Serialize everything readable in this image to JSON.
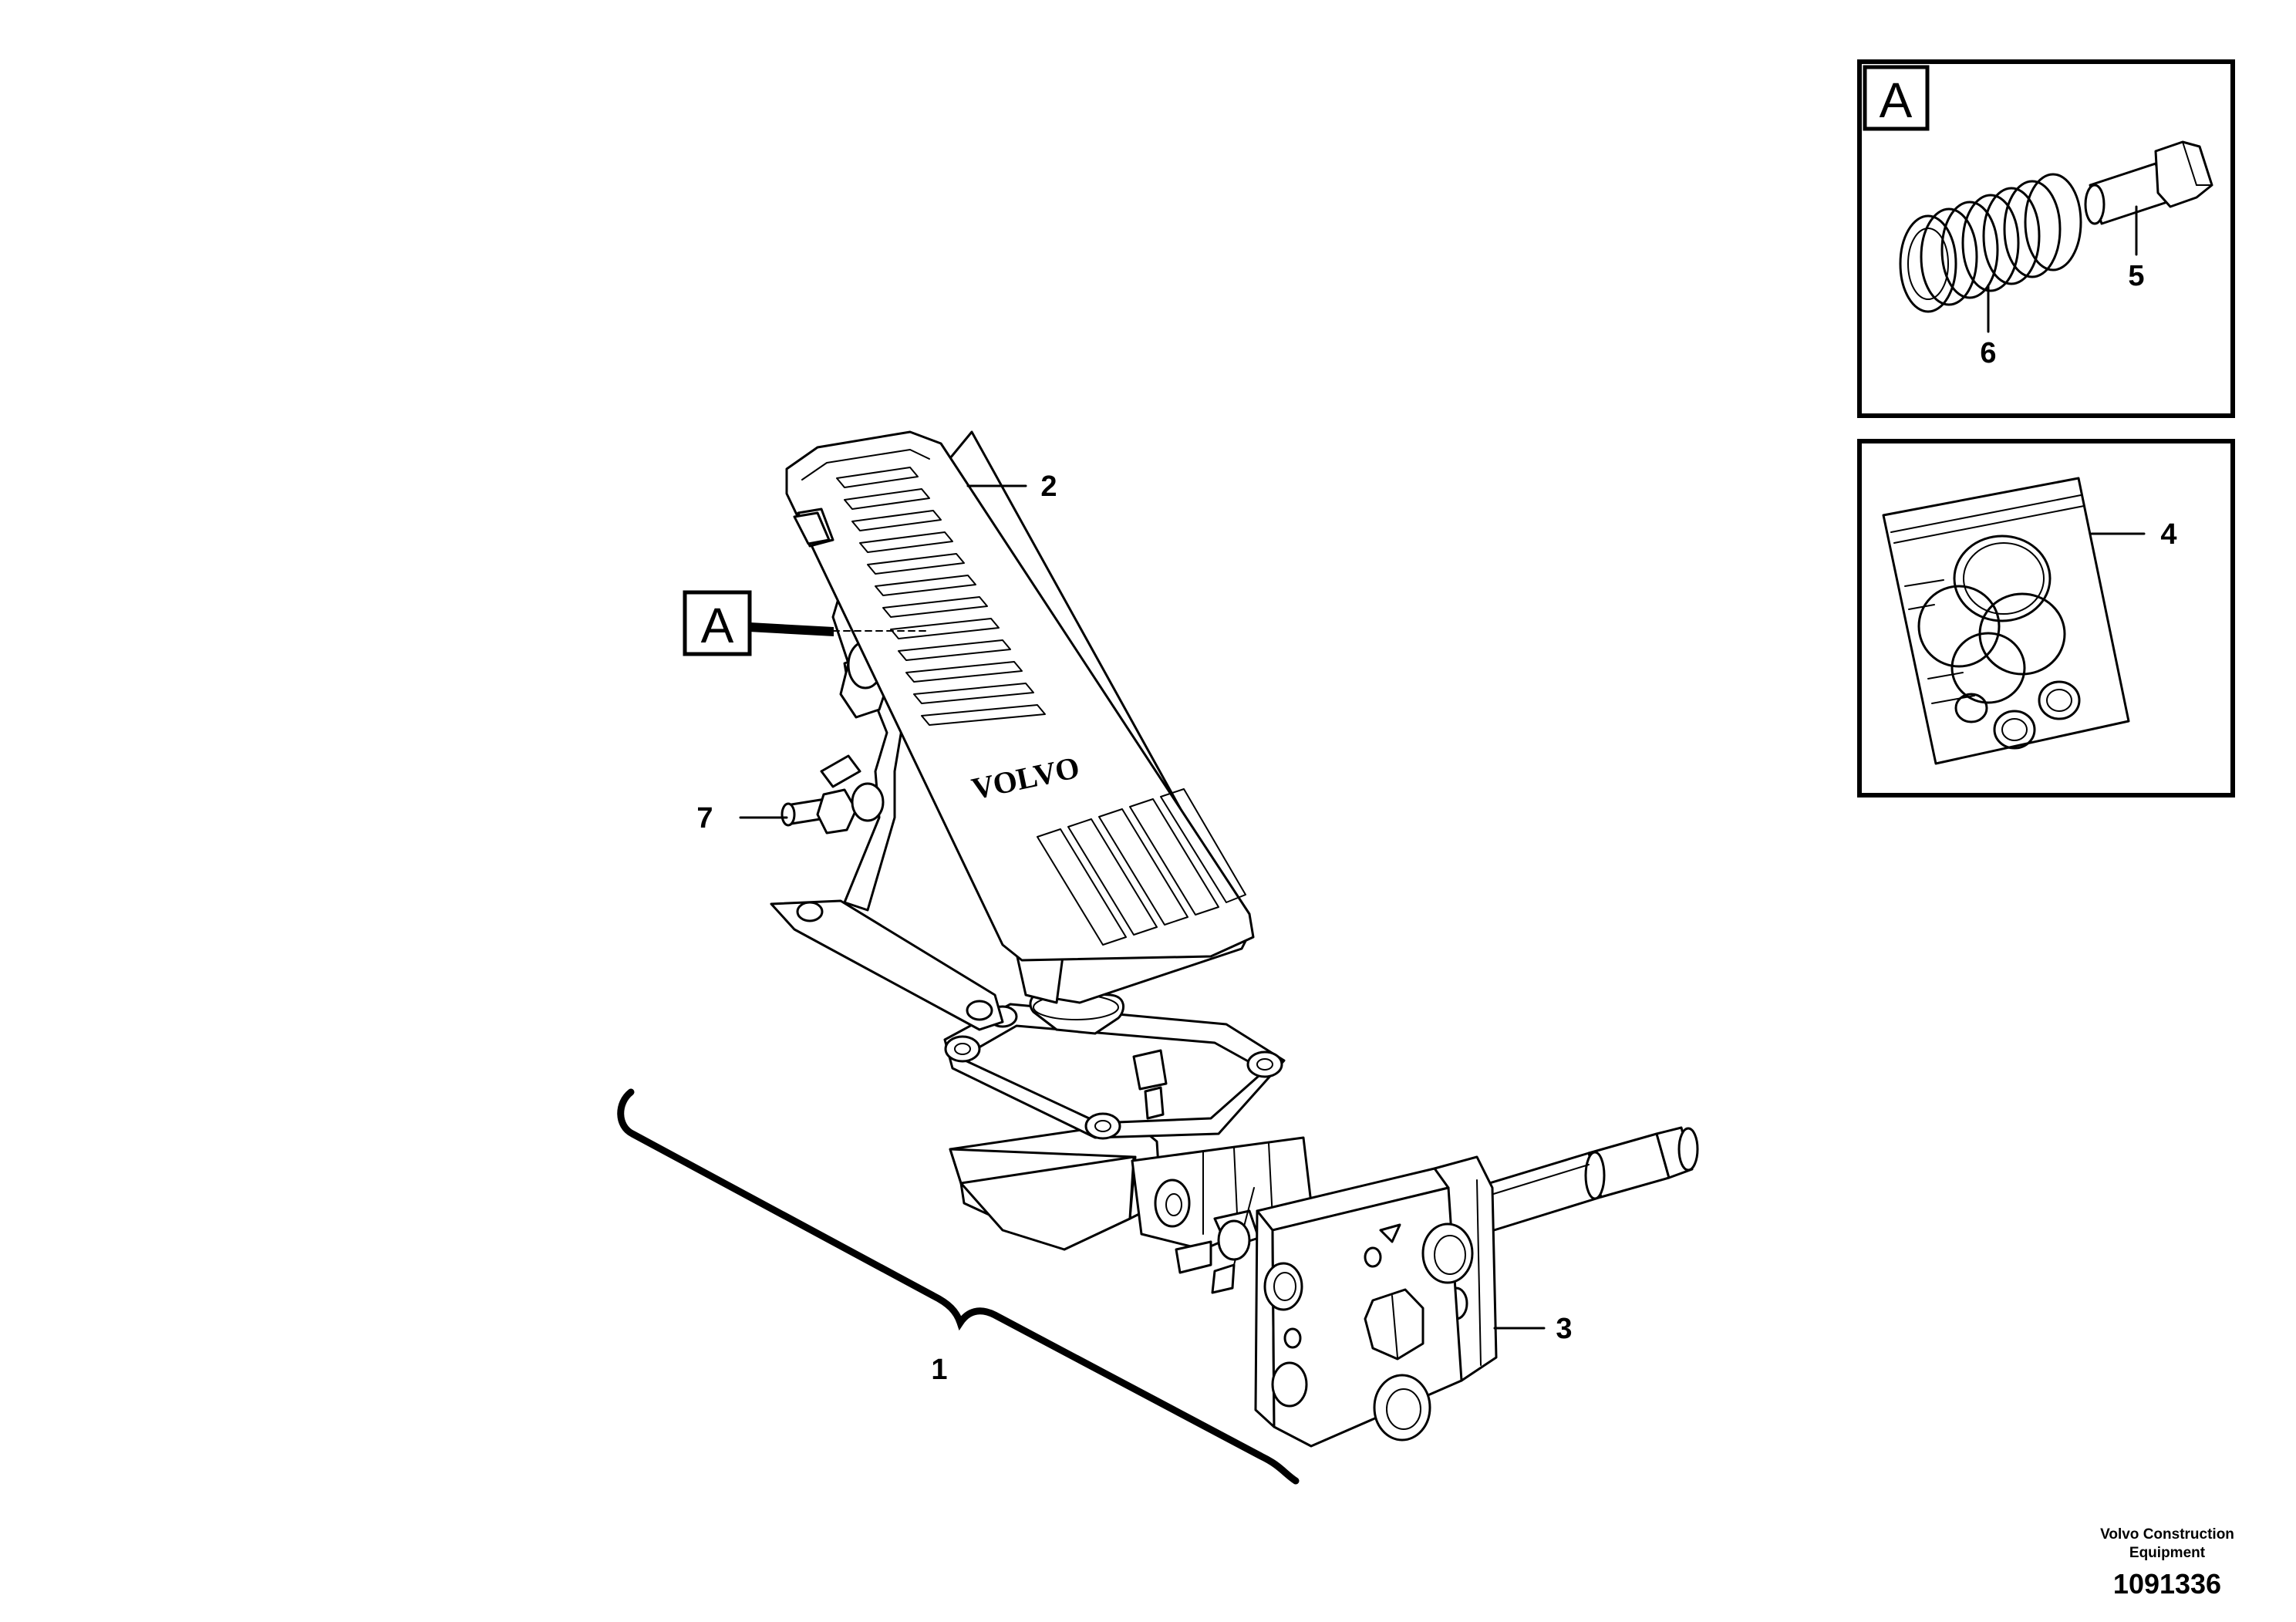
{
  "callouts": {
    "item_1": "1",
    "item_2": "2",
    "item_3": "3",
    "item_4": "4",
    "item_5": "5",
    "item_6": "6",
    "item_7": "7"
  },
  "detail_a": {
    "main_marker": "A",
    "inset_marker": "A"
  },
  "pedal_brand": "VOLVO",
  "footer": {
    "credit_line1": "Volvo Construction",
    "credit_line2": "Equipment",
    "drawing_number": "1091336"
  }
}
